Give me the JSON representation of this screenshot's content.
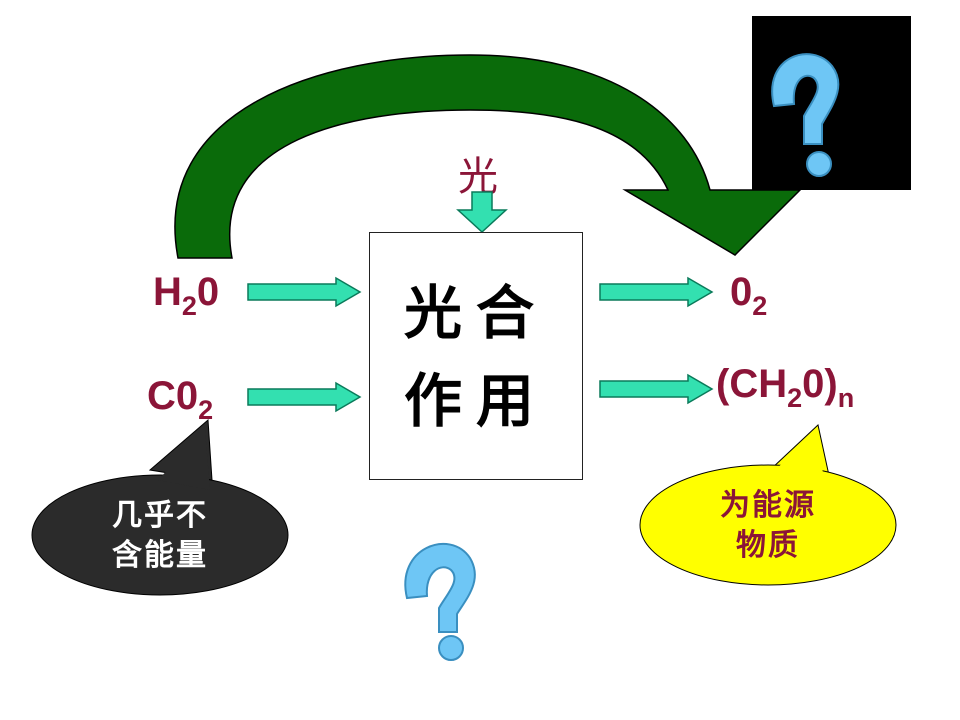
{
  "inputs": {
    "water": {
      "base": "H",
      "sub": "2",
      "tail": "0"
    },
    "co2": {
      "base": "C0",
      "sub": "2"
    }
  },
  "outputs": {
    "oxygen": {
      "base": "0",
      "sub": "2"
    },
    "carbohydrate": {
      "base": "(CH",
      "sub": "2",
      "mid": "0)",
      "sub2": "n"
    }
  },
  "light_label": "光",
  "process": {
    "line1": "光合",
    "line2": "作用"
  },
  "callout_left": {
    "line1": "几乎不",
    "line2": "含能量"
  },
  "callout_right": {
    "line1": "为能源",
    "line2": "物质"
  },
  "colors": {
    "label": "#8b1538",
    "arrow_fill": "#33e0b0",
    "arc_green": "#0a6b0a",
    "bubble_dark": "#2b2b2b",
    "bubble_yellow": "#ffff00",
    "question_blue": "#6ec6f5"
  },
  "icons": [
    "question-mark-icon",
    "question-mark-icon"
  ]
}
